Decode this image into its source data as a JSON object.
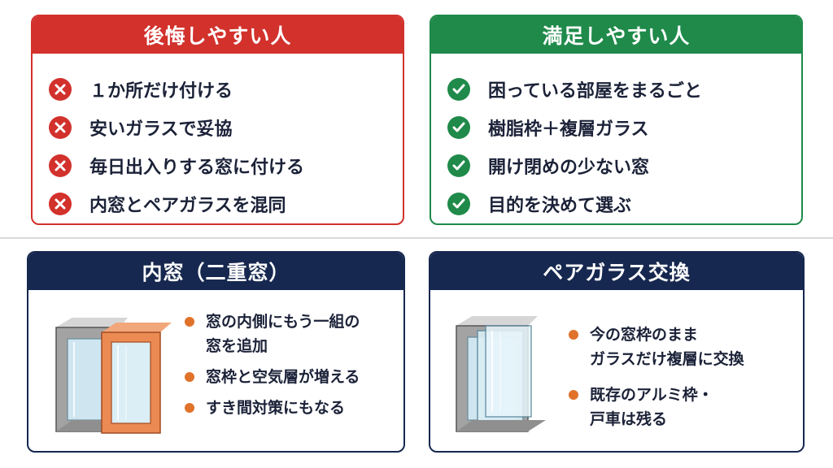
{
  "regret": {
    "title": "後悔しやすい人",
    "items": [
      "１か所だけ付ける",
      "安いガラスで妥協",
      "毎日出入りする窓に付ける",
      "内窓とペアガラスを混同"
    ]
  },
  "satisfied": {
    "title": "満足しやすい人",
    "items": [
      "困っている部屋をまるごと",
      "樹脂枠＋複層ガラス",
      "開け閉めの少ない窓",
      "目的を決めて選ぶ"
    ]
  },
  "inner_window": {
    "title": "内窓（二重窓）",
    "bullets": [
      "窓の内側にもう一組の\n窓を追加",
      "窓枠と空気層が増える",
      "すき間対策にもなる"
    ]
  },
  "pair_glass": {
    "title": "ペアガラス交換",
    "bullets": [
      "今の窓枠のまま\nガラスだけ複層に交換",
      "既存のアルミ枠・\n戸車は残る"
    ]
  },
  "colors": {
    "regret_red": "#d2312c",
    "satisfied_green": "#1f8a4a",
    "navy": "#16284f",
    "bullet_orange": "#e0722a",
    "frame_gray": "#9a9a9a",
    "inner_frame_orange": "#ec8a53",
    "glass_blue": "#cfe6f1"
  },
  "icons": {
    "regret_mark": "x-circle-icon",
    "satisfied_mark": "check-circle-icon",
    "bullet": "orange-dot"
  }
}
